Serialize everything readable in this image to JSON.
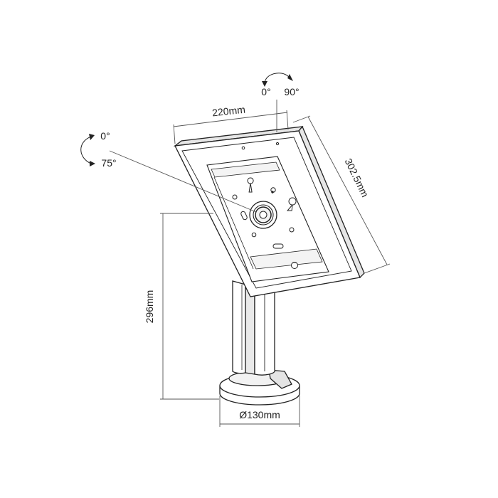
{
  "labels": {
    "width": "220mm",
    "height_panel": "302.5mm",
    "pole_height": "296mm",
    "base_diameter": "Ø130mm",
    "rotate_start": "0°",
    "rotate_end": "90°",
    "tilt_start": "0°",
    "tilt_end": "75°"
  },
  "colors": {
    "line": "#222222",
    "dim_line": "#555555",
    "fill": "#ffffff",
    "shade": "#e9e9e9"
  }
}
